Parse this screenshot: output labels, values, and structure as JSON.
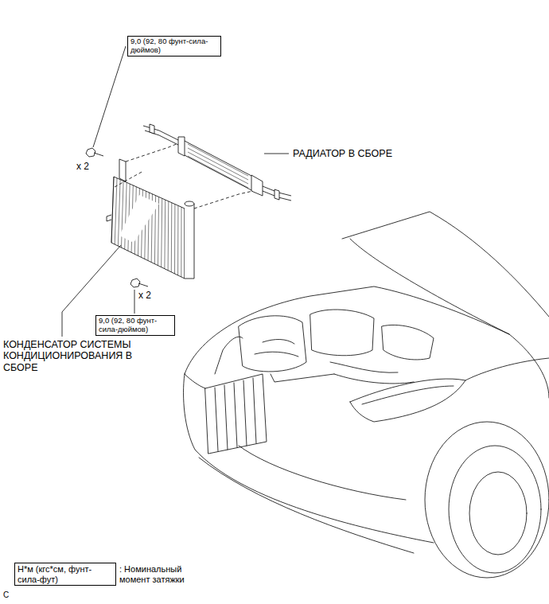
{
  "diagram": {
    "nodes": [
      {
        "text": [
          "9,0 (92, 80 фунт-сила-дюймов)"
        ]
      },
      {
        "text": [
          "9,0 (92, 80 фунт-сила-дюймов)"
        ]
      },
      {
        "text": [
          "Н*м (кгс*см, фунт-сила-фут)"
        ]
      }
    ],
    "labels": [
      "x 2",
      "РАДИАТОР В СБОРЕ",
      "x 2",
      "КОНДЕНСАТОР СИСТЕМЫ КОНДИЦИОНИРОВАНИЯ В СБОРЕ",
      ": Номинальный момент затяжки",
      "C"
    ]
  }
}
